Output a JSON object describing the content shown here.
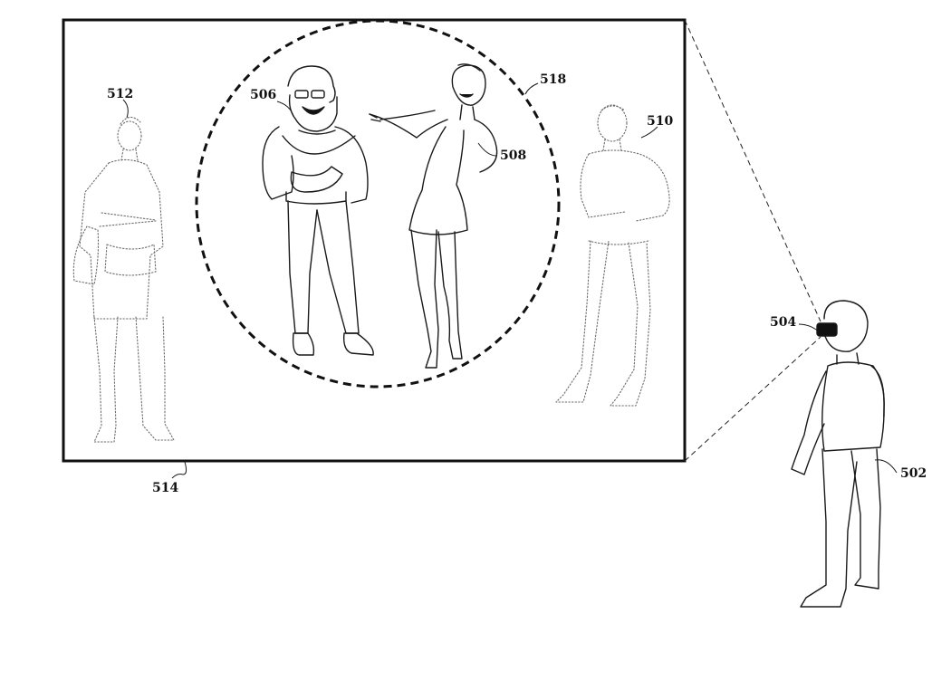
{
  "figure": {
    "labels": {
      "ref_502": "502",
      "ref_504": "504",
      "ref_506": "506",
      "ref_508": "508",
      "ref_510": "510",
      "ref_512": "512",
      "ref_514": "514",
      "ref_518": "518"
    }
  }
}
